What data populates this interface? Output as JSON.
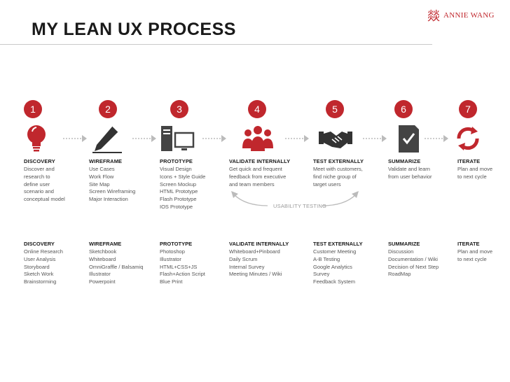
{
  "header": {
    "title": "MY LEAN UX PROCESS",
    "brand_mark": "燚",
    "brand_name": "ANNIE WANG"
  },
  "colors": {
    "accent": "#c0272d",
    "icon_dark": "#333333"
  },
  "steps": [
    {
      "number": "1",
      "icon": "lightbulb-icon",
      "title": "DISCOVERY",
      "lines": [
        "Discover and",
        "research to",
        "define user",
        "scenario and",
        "conceptual model"
      ]
    },
    {
      "number": "2",
      "icon": "pencil-icon",
      "title": "WIREFRAME",
      "lines": [
        "Use Cases",
        "Work Flow",
        "Site Map",
        "Screen Wireframing",
        "Major Interaction"
      ]
    },
    {
      "number": "3",
      "icon": "computer-icon",
      "title": "PROTOTYPE",
      "lines": [
        "Visual Design",
        "Icons + Style Guide",
        "Screen Mockup",
        "HTML Prototype",
        "Flash Prototype",
        "IOS Prototype"
      ]
    },
    {
      "number": "4",
      "icon": "team-icon",
      "title": "VALIDATE INTERNALLY",
      "lines": [
        "Get quick and frequent",
        "feedback from executive",
        "and team members"
      ]
    },
    {
      "number": "5",
      "icon": "handshake-icon",
      "title": "TEST EXTERNALLY",
      "lines": [
        "Meet with customers,",
        "find niche group of",
        "target users"
      ]
    },
    {
      "number": "6",
      "icon": "checklist-icon",
      "title": "SUMMARIZE",
      "lines": [
        "Validate and learn",
        "from user behavior"
      ]
    },
    {
      "number": "7",
      "icon": "cycle-icon",
      "title": "ITERATE",
      "lines": [
        "Plan and move",
        "to next cycle"
      ]
    }
  ],
  "cycle_label": "USABILITY TESTING",
  "tools": [
    {
      "title": "DISCOVERY",
      "lines": [
        "Online Research",
        "User Analysis",
        "Storyboard",
        "Sketch Work",
        "Brainstorming"
      ]
    },
    {
      "title": "WIREFRAME",
      "lines": [
        "Sketchbook",
        "Whiteboard",
        "OmniGraffle / Balsamiq",
        "Illustrator",
        "Powerpoint"
      ]
    },
    {
      "title": "PROTOTYPE",
      "lines": [
        "Photoshop",
        "Illustrator",
        "HTML+CSS+JS",
        "Flash+Action Script",
        "Blue Print"
      ]
    },
    {
      "title": "VALIDATE INTERNALLY",
      "lines": [
        "Whiteboard+Pinboard",
        "Daily Scrum",
        "Internal Survey",
        "Meeting Minutes / Wiki"
      ]
    },
    {
      "title": "TEST EXTERNALLY",
      "lines": [
        "Customer Meeting",
        "A-B Testing",
        "Google Analytics",
        "Survey",
        "Feedback System"
      ]
    },
    {
      "title": "SUMMARIZE",
      "lines": [
        "Discussion",
        "Documentation / Wiki",
        "Decision of Next Step",
        "RoadMap"
      ]
    },
    {
      "title": "ITERATE",
      "lines": [
        "Plan and move",
        "to next cycle"
      ]
    }
  ]
}
